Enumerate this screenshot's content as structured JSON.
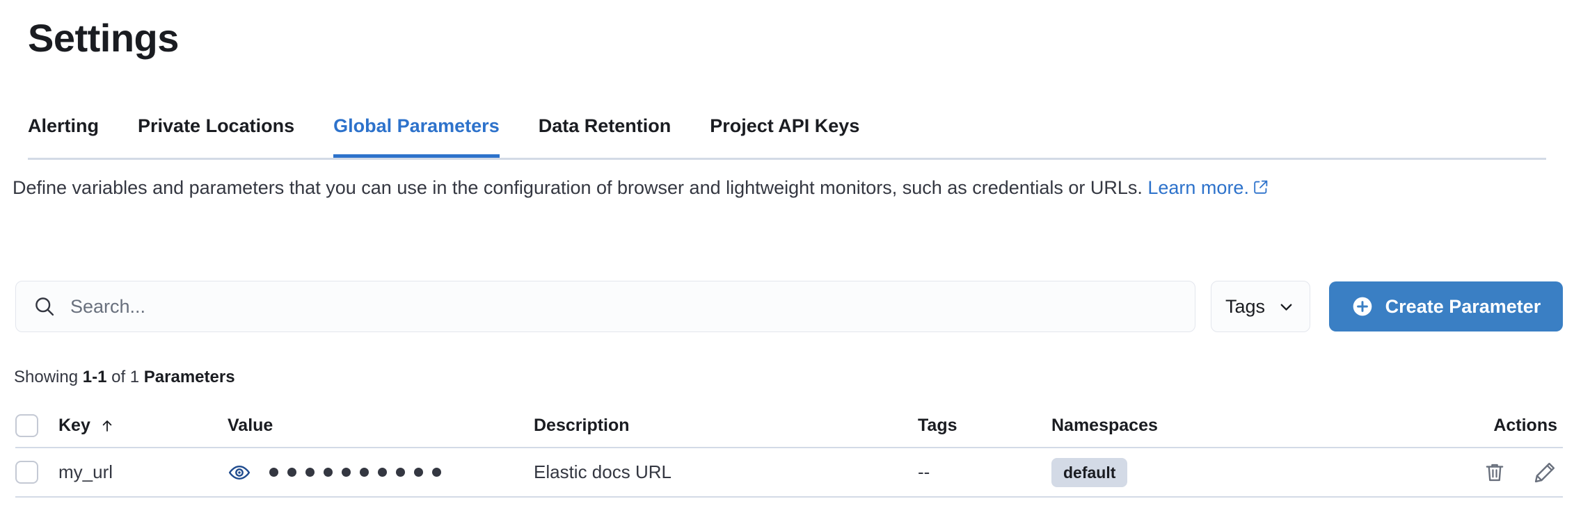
{
  "header": {
    "title": "Settings"
  },
  "tabs": [
    {
      "label": "Alerting",
      "active": false,
      "name": "tab-alerting"
    },
    {
      "label": "Private Locations",
      "active": false,
      "name": "tab-private-locations"
    },
    {
      "label": "Global Parameters",
      "active": true,
      "name": "tab-global-parameters"
    },
    {
      "label": "Data Retention",
      "active": false,
      "name": "tab-data-retention"
    },
    {
      "label": "Project API Keys",
      "active": false,
      "name": "tab-project-api-keys"
    }
  ],
  "description": {
    "text": "Define variables and parameters that you can use in the configuration of browser and lightweight monitors, such as credentials or URLs. ",
    "link_text": "Learn more.",
    "link_icon": "external-link-icon"
  },
  "controls": {
    "search": {
      "value": "",
      "placeholder": "Search...",
      "icon": "search-icon"
    },
    "tags_filter": {
      "label": "Tags",
      "icon": "chevron-down-icon"
    },
    "create_button": {
      "label": "Create Parameter",
      "icon": "plus-circle-icon"
    }
  },
  "summary": {
    "prefix": "Showing ",
    "range": "1-1",
    "middle": " of 1 ",
    "entity": "Parameters"
  },
  "table": {
    "columns": [
      {
        "label": "Key",
        "name": "column-key",
        "sort": "ascending"
      },
      {
        "label": "Value",
        "name": "column-value",
        "sort": ""
      },
      {
        "label": "Description",
        "name": "column-description",
        "sort": ""
      },
      {
        "label": "Tags",
        "name": "column-tags",
        "sort": ""
      },
      {
        "label": "Namespaces",
        "name": "column-namespaces",
        "sort": ""
      },
      {
        "label": "Actions",
        "name": "column-actions",
        "sort": ""
      }
    ],
    "rows": [
      {
        "key": "my_url",
        "value_masked": "●●●●●●●●●●",
        "value_dot_count": 10,
        "value_reveal_icon": "eye-icon",
        "description": "Elastic docs URL",
        "tags": "--",
        "namespaces": [
          "default"
        ],
        "actions": [
          "trash-icon",
          "pencil-icon"
        ]
      }
    ]
  },
  "colors": {
    "accent_blue": "#2d72cb",
    "button_blue": "#3a7fc4",
    "text_dark": "#1a1c21",
    "text_body": "#343741",
    "muted": "#69707d",
    "border": "#d3dae6",
    "badge_bg": "#d3dae6",
    "input_bg": "#fbfcfd"
  }
}
